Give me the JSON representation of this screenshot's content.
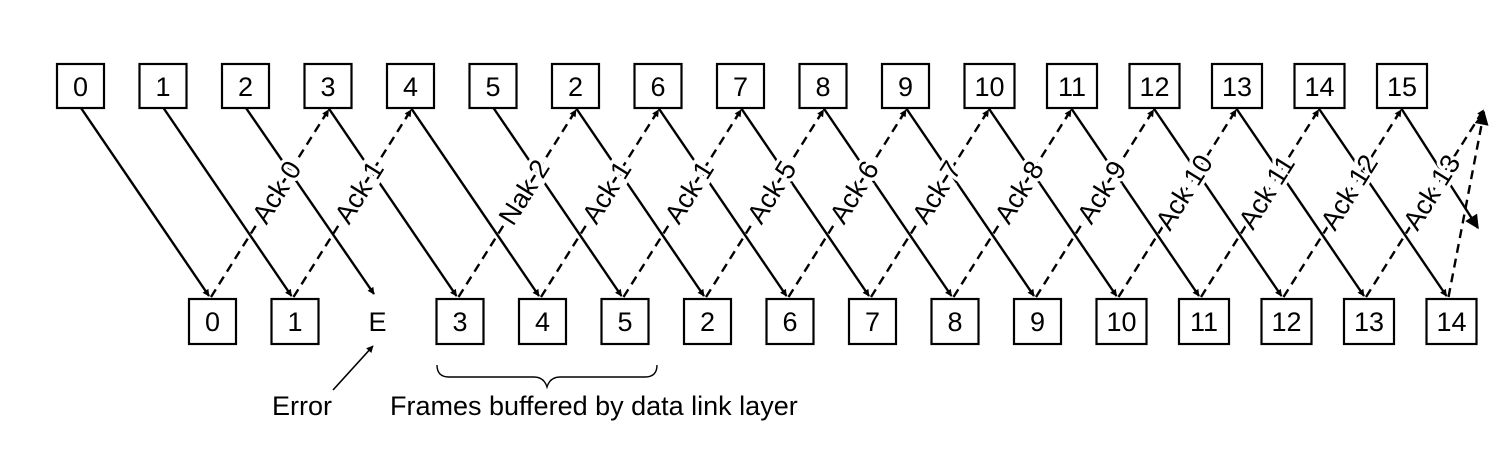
{
  "top_frames": [
    "0",
    "1",
    "2",
    "3",
    "4",
    "5",
    "2",
    "6",
    "7",
    "8",
    "9",
    "10",
    "11",
    "12",
    "13",
    "14",
    "15"
  ],
  "bottom_frames": [
    "0",
    "1",
    "E",
    "3",
    "4",
    "5",
    "2",
    "6",
    "7",
    "8",
    "9",
    "10",
    "11",
    "12",
    "13",
    "14"
  ],
  "acks": [
    "Ack 0",
    "Ack 1",
    "Nak 2",
    "Ack 1",
    "Ack 1",
    "Ack 5",
    "Ack 6",
    "Ack 7",
    "Ack 8",
    "Ack 9",
    "Ack 10",
    "Ack 11",
    "Ack 12",
    "Ack 13"
  ],
  "error_label": "Error",
  "buffered_label": "Frames buffered by data link layer"
}
